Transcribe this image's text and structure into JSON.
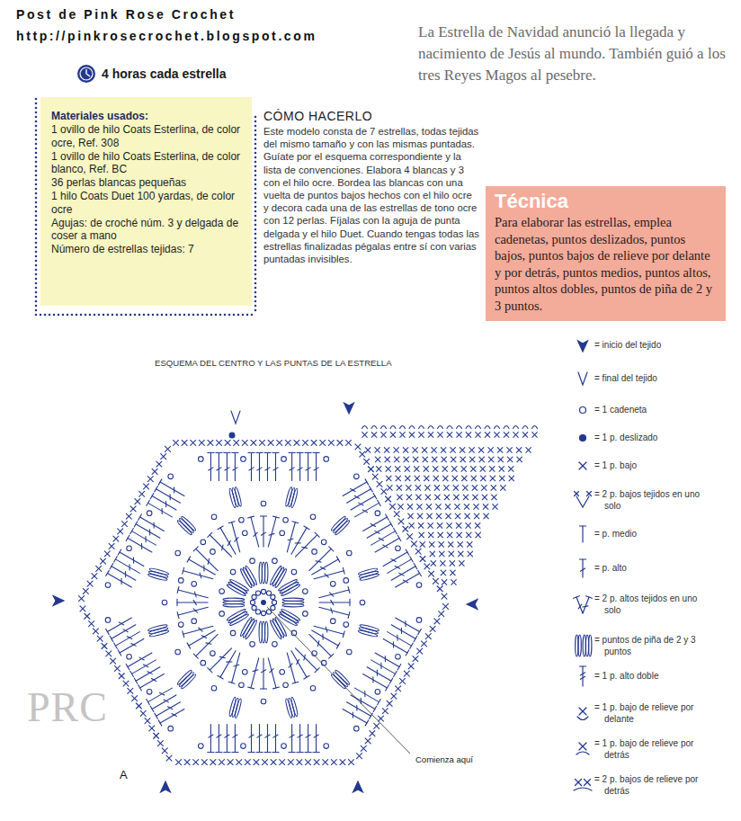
{
  "diagram": {
    "nodes": [
      {
        "text": [
          "Materiales usados:",
          "1 ovillo de hilo Coats Esterlina, de color ocre, Ref. 308",
          "1 ovillo de hilo Coats Esterlina, de color blanco, Ref. BC",
          "36 perlas blancas pequeñas",
          "1 hilo Coats Duet 100 yardas, de color ocre",
          "Agujas: de croché núm. 3 y delgada de coser a mano",
          "Número de estrellas tejidas: 7"
        ]
      },
      {
        "text": [
          "Técnica",
          "Para elaborar las estrellas, emplea cadenetas, puntos deslizados, puntos bajos, puntos bajos de relieve por delante y por detrás, puntos medios, puntos altos, puntos altos dobles, puntos de piña de 2 y 3 puntos."
        ]
      }
    ],
    "labels": [
      "Post de Pink Rose Crochet",
      "http://pinkrosecrochet.blogspot.com",
      "La Estrella de Navidad anunció la llegada y nacimiento de Jesús al mundo. También guió a los tres Reyes Magos al pesebre.",
      "4 horas cada estrella",
      "CÓMO HACERLO",
      "Este modelo consta de 7 estrellas, todas tejidas del mismo tamaño y con las mismas puntadas. Guíate por el esquema correspondiente y la lista de convenciones. Elabora 4 blancas y 3 con el hilo ocre. Bordea las blancas con una vuelta de puntos bajos hechos con el hilo ocre y decora cada una de las estrellas de tono ocre con 12 perlas. Fíjalas con la aguja de punta delgada y el hilo Duet. Cuando tengas todas las estrellas finalizadas pégalas entre sí con varias puntadas invisibles.",
      "ESQUEMA DEL CENTRO Y LAS PUNTAS DE LA ESTRELLA",
      "Comienza aquí",
      "A",
      "PRC"
    ],
    "legend": [
      {
        "text": "= inicio del tejido"
      },
      {
        "text": "= final del tejido"
      },
      {
        "text": "= 1 cadeneta"
      },
      {
        "text": "= 1 p. deslizado"
      },
      {
        "text": "= 1 p. bajo"
      },
      {
        "text": "= 2 p. bajos tejidos en uno solo"
      },
      {
        "text": "= p. medio"
      },
      {
        "text": "= p. alto"
      },
      {
        "text": "= 2 p. altos tejidos en uno solo"
      },
      {
        "text": "= puntos de piña de 2 y 3 puntos"
      },
      {
        "text": "= 1 p. alto doble"
      },
      {
        "text": "= 1 p. bajo de relieve por delante"
      },
      {
        "text": "= 1 p. bajo de relieve por detrás"
      },
      {
        "text": "= 2 p. bajos de relieve por detrás"
      }
    ]
  }
}
